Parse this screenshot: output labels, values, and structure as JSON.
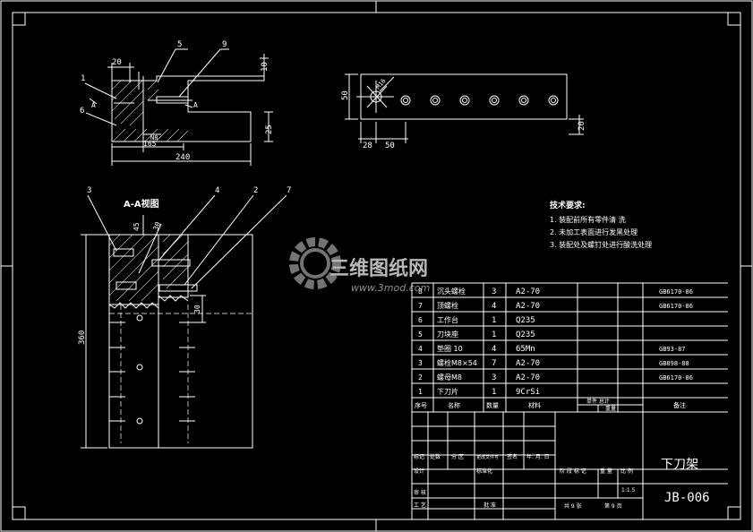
{
  "drawing": {
    "title": "下刀架",
    "code": "JB-006",
    "scale": "1:1.5",
    "sheets_total": "共 9 张",
    "sheet_no": "第 9 页",
    "view_label": "A-A视图",
    "section_mark": "A"
  },
  "requirements": {
    "heading": "技术要求:",
    "items": [
      "1. 装配前所有零件清 洗",
      "2. 未加工表面进行发黑处理",
      "3. 装配处及螺钉处进行酸洗处理"
    ]
  },
  "watermark": {
    "brand": "三维图纸网",
    "url": "www.3mod.com"
  },
  "dimensions": {
    "d20a": "20",
    "d10": "10",
    "d25": "25",
    "d165": "165",
    "d240": "240",
    "dN8": "N8",
    "d50": "50",
    "d28": "28",
    "d20b": "20",
    "d50b": "50",
    "dM16": "M16",
    "d45": "45",
    "d30": "30",
    "d360": "360",
    "d30b": "30"
  },
  "callouts": {
    "c1": "1",
    "c5": "5",
    "c9": "9",
    "c6": "6",
    "c3": "3",
    "c4": "4",
    "c2": "2",
    "c7": "7"
  },
  "bom": {
    "rows": [
      {
        "no": "8",
        "name": "沉头螺栓",
        "qty": "3",
        "material": "A2-70",
        "std": "GB6170-86"
      },
      {
        "no": "7",
        "name": "顶螺栓",
        "qty": "4",
        "material": "A2-70",
        "std": "GB6170-86"
      },
      {
        "no": "6",
        "name": "工作台",
        "qty": "1",
        "material": "Q235",
        "std": ""
      },
      {
        "no": "5",
        "name": "刀块座",
        "qty": "1",
        "material": "Q235",
        "std": ""
      },
      {
        "no": "4",
        "name": "垫圈 10",
        "qty": "4",
        "material": "65Mn",
        "std": "GB93-87"
      },
      {
        "no": "3",
        "name": "螺栓M8×54",
        "qty": "7",
        "material": "A2-70",
        "std": "GB898-88"
      },
      {
        "no": "2",
        "name": "螺母M8",
        "qty": "3",
        "material": "A2-70",
        "std": "GB6170-86"
      },
      {
        "no": "1",
        "name": "下刀片",
        "qty": "1",
        "material": "9CrSi",
        "std": ""
      }
    ],
    "header": {
      "no": "序号",
      "name": "名称",
      "qty": "数量",
      "material": "材料",
      "mass": "单件 总计",
      "weight": "重量",
      "remark": "备注"
    }
  },
  "titleblock": {
    "mark": "标记",
    "places": "处数",
    "zone": "分 区",
    "docno": "更改文件号",
    "sign": "签名",
    "date": "年. 月. 日",
    "design": "设计",
    "stdz": "标准化",
    "stage": "阶 段 标 记",
    "weight": "重 量",
    "ratio": "比 例",
    "review": "审 核",
    "craft": "工 艺",
    "approve": "批 准"
  }
}
